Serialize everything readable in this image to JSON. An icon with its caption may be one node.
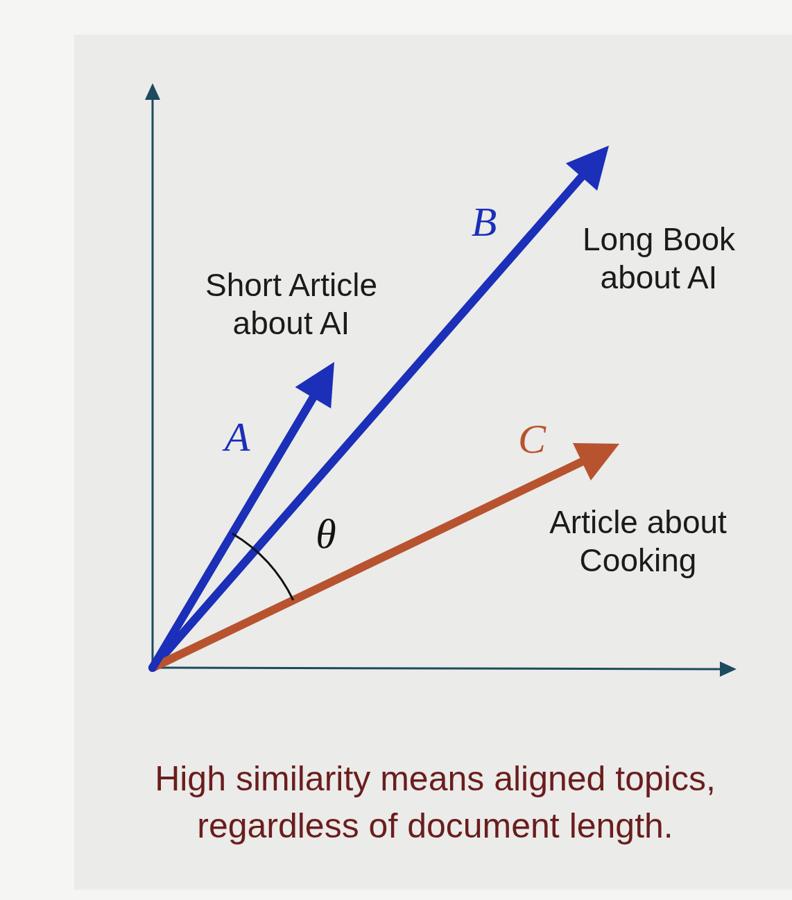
{
  "diagram": {
    "caption": "High similarity means aligned topics, regardless of document length.",
    "labels": [
      "B",
      "Long Book about AI",
      "Short Article about AI",
      "A",
      "C",
      "θ",
      "Article about Cooking"
    ]
  }
}
